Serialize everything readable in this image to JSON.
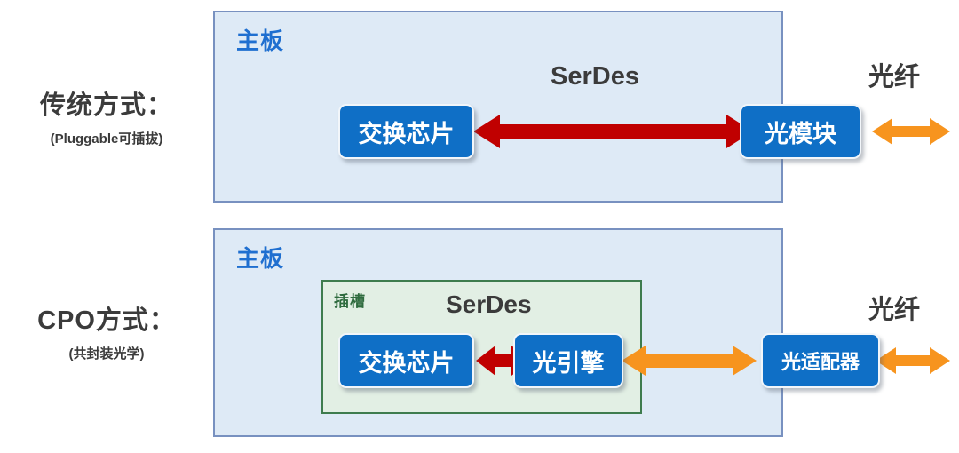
{
  "diagram": {
    "title_hidden": "",
    "colors": {
      "board_fill": "#DEEAF6",
      "board_border": "#7891C0",
      "slot_fill": "#E2EFE4",
      "slot_border": "#3E7C4E",
      "chip_blue": "#0F6FC6",
      "arrow_red": "#C00000",
      "arrow_orange": "#F7941E",
      "board_title_blue": "#1F6FD0",
      "text_dark": "#3B3B3B"
    }
  },
  "rows": [
    {
      "label_main": "传统方式：",
      "label_sub": "(Pluggable可插拔)",
      "board_title": "主板",
      "serdes_label": "SerDes",
      "fiber_label": "光纤",
      "boxes": [
        {
          "name": "switch-chip",
          "text": "交换芯片"
        },
        {
          "name": "optical-module",
          "text": "光模块"
        }
      ],
      "arrows": [
        {
          "name": "serdes-arrow",
          "color": "#C00000",
          "direction": "bidirectional"
        },
        {
          "name": "fiber-arrow",
          "color": "#F7941E",
          "direction": "bidirectional"
        }
      ]
    },
    {
      "label_main": "CPO方式：",
      "label_sub": "(共封装光学)",
      "board_title": "主板",
      "slot_title": "插槽",
      "serdes_label": "SerDes",
      "fiber_label": "光纤",
      "boxes": [
        {
          "name": "switch-chip",
          "text": "交换芯片"
        },
        {
          "name": "optical-engine",
          "text": "光引擎"
        },
        {
          "name": "optical-adapter",
          "text": "光适配器"
        }
      ],
      "arrows": [
        {
          "name": "serdes-arrow",
          "color": "#C00000",
          "direction": "bidirectional"
        },
        {
          "name": "engine-adapter-arrow",
          "color": "#F7941E",
          "direction": "bidirectional"
        },
        {
          "name": "fiber-arrow",
          "color": "#F7941E",
          "direction": "bidirectional"
        }
      ]
    }
  ]
}
